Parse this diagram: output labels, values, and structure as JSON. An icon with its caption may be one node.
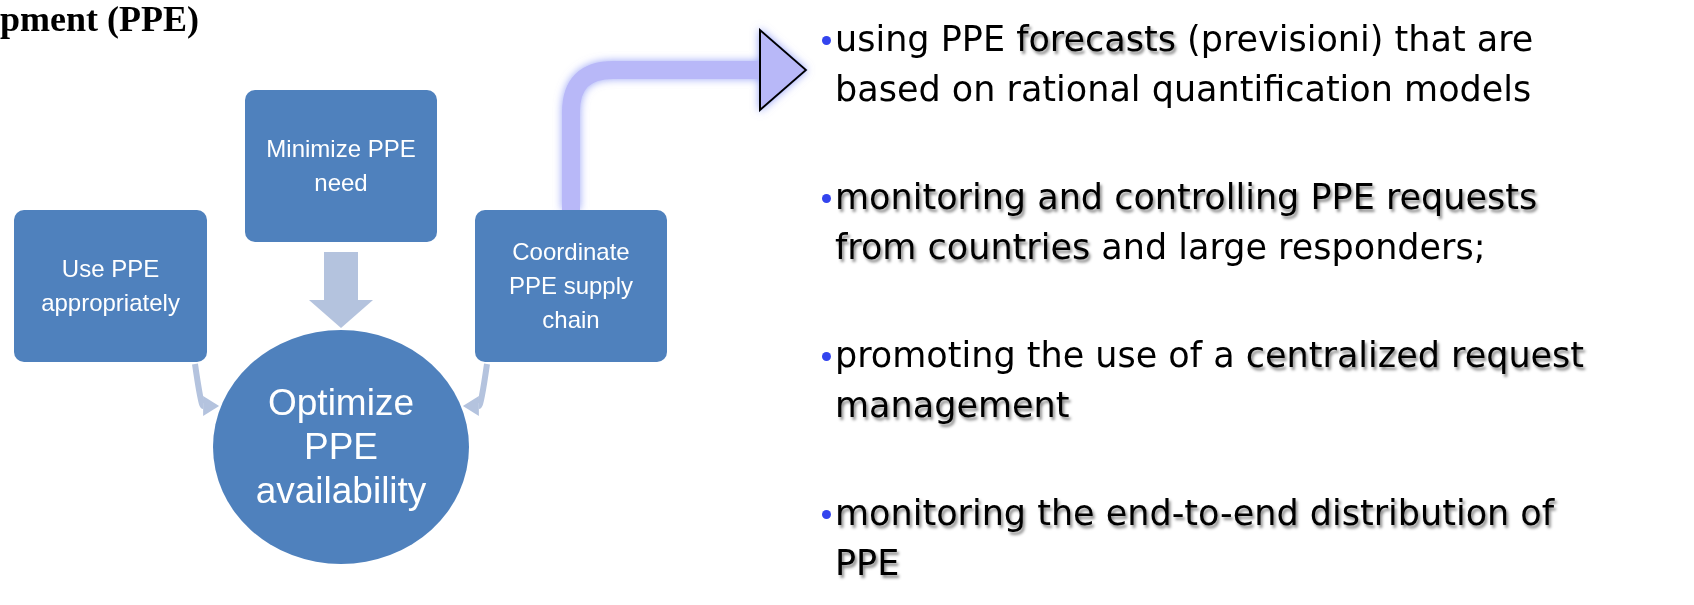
{
  "diagram": {
    "title": "pment (PPE)",
    "nodes": [
      {
        "text": [
          "Minimize PPE need"
        ]
      },
      {
        "text": [
          "Use PPE appropriately"
        ]
      },
      {
        "text": [
          "Coordinate PPE supply chain"
        ]
      },
      {
        "text": [
          "Optimize PPE availability"
        ]
      },
      {
        "text": [
          "using PPE **forecasts** (previsioni) that are based on rational quantification models",
          "**monitoring and controlling PPE requests from countries** and large responders;",
          "promoting the use of a **centralized request management**",
          "monitoring the end-to-end distribution of PPE"
        ]
      }
    ],
    "edges": [
      {
        "from": 0,
        "to": 3,
        "arrow": "to",
        "style": "thick"
      },
      {
        "from": 1,
        "to": 3,
        "arrow": "to"
      },
      {
        "from": 2,
        "to": 3,
        "arrow": "to"
      },
      {
        "from": 2,
        "to": 4,
        "arrow": "to",
        "style": "thick",
        "color": "#b8b8f8"
      }
    ]
  }
}
